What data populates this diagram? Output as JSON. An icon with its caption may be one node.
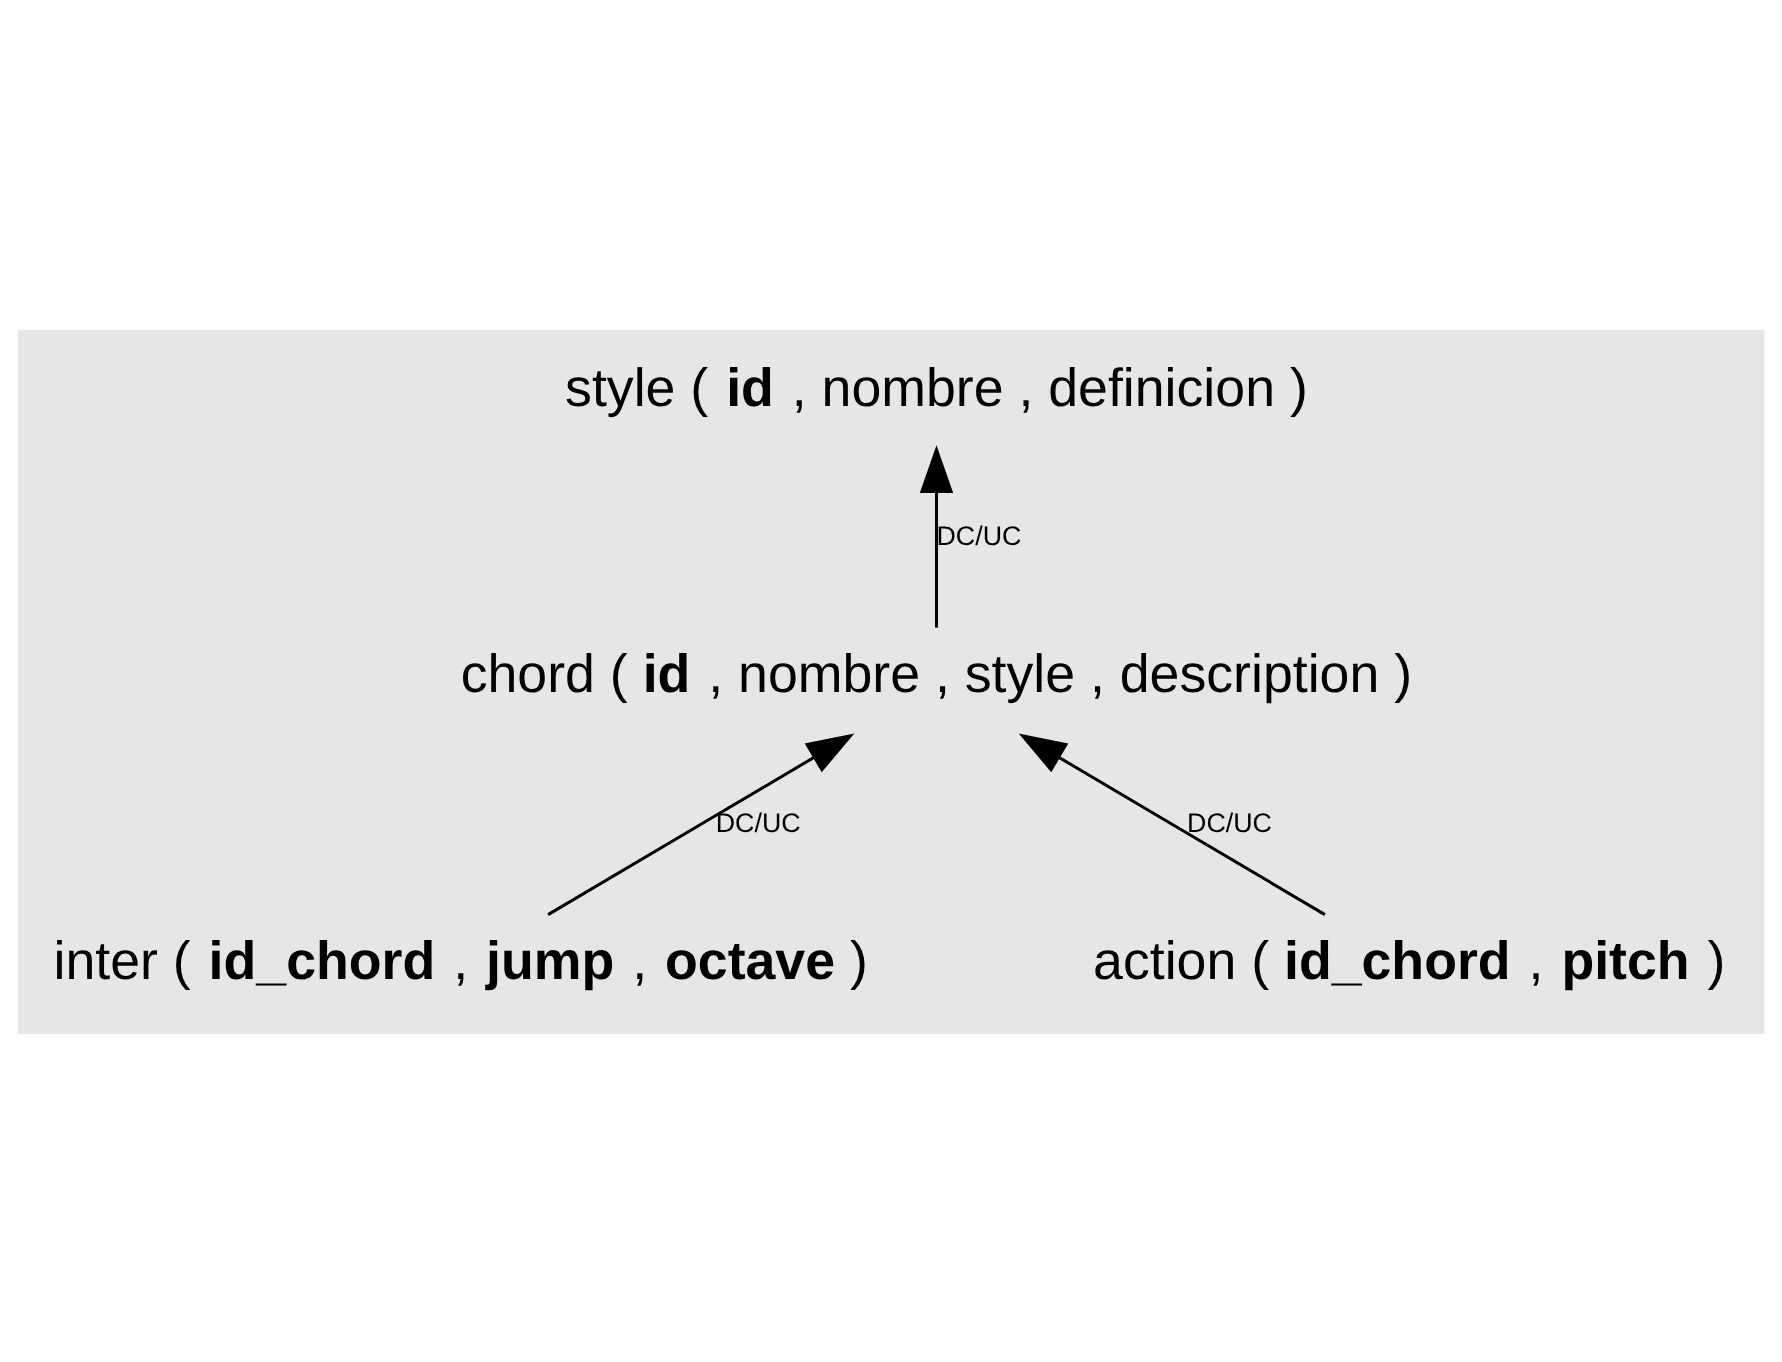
{
  "diagram": {
    "nodes": [
      {
        "text": [
          "style ( **id** , nombre , definicion )"
        ]
      },
      {
        "text": [
          "chord ( **id** , nombre , style , description )"
        ]
      },
      {
        "text": [
          "inter ( **id_chord** , **jump** , **octave** )"
        ]
      },
      {
        "text": [
          "action ( **id_chord** , **pitch** )"
        ]
      }
    ],
    "edges": [
      {
        "from": 1,
        "to": 0,
        "arrow": "to",
        "label": "DC/UC"
      },
      {
        "from": 2,
        "to": 1,
        "arrow": "to",
        "label": "DC/UC"
      },
      {
        "from": 3,
        "to": 1,
        "arrow": "to",
        "label": "DC/UC"
      }
    ]
  }
}
